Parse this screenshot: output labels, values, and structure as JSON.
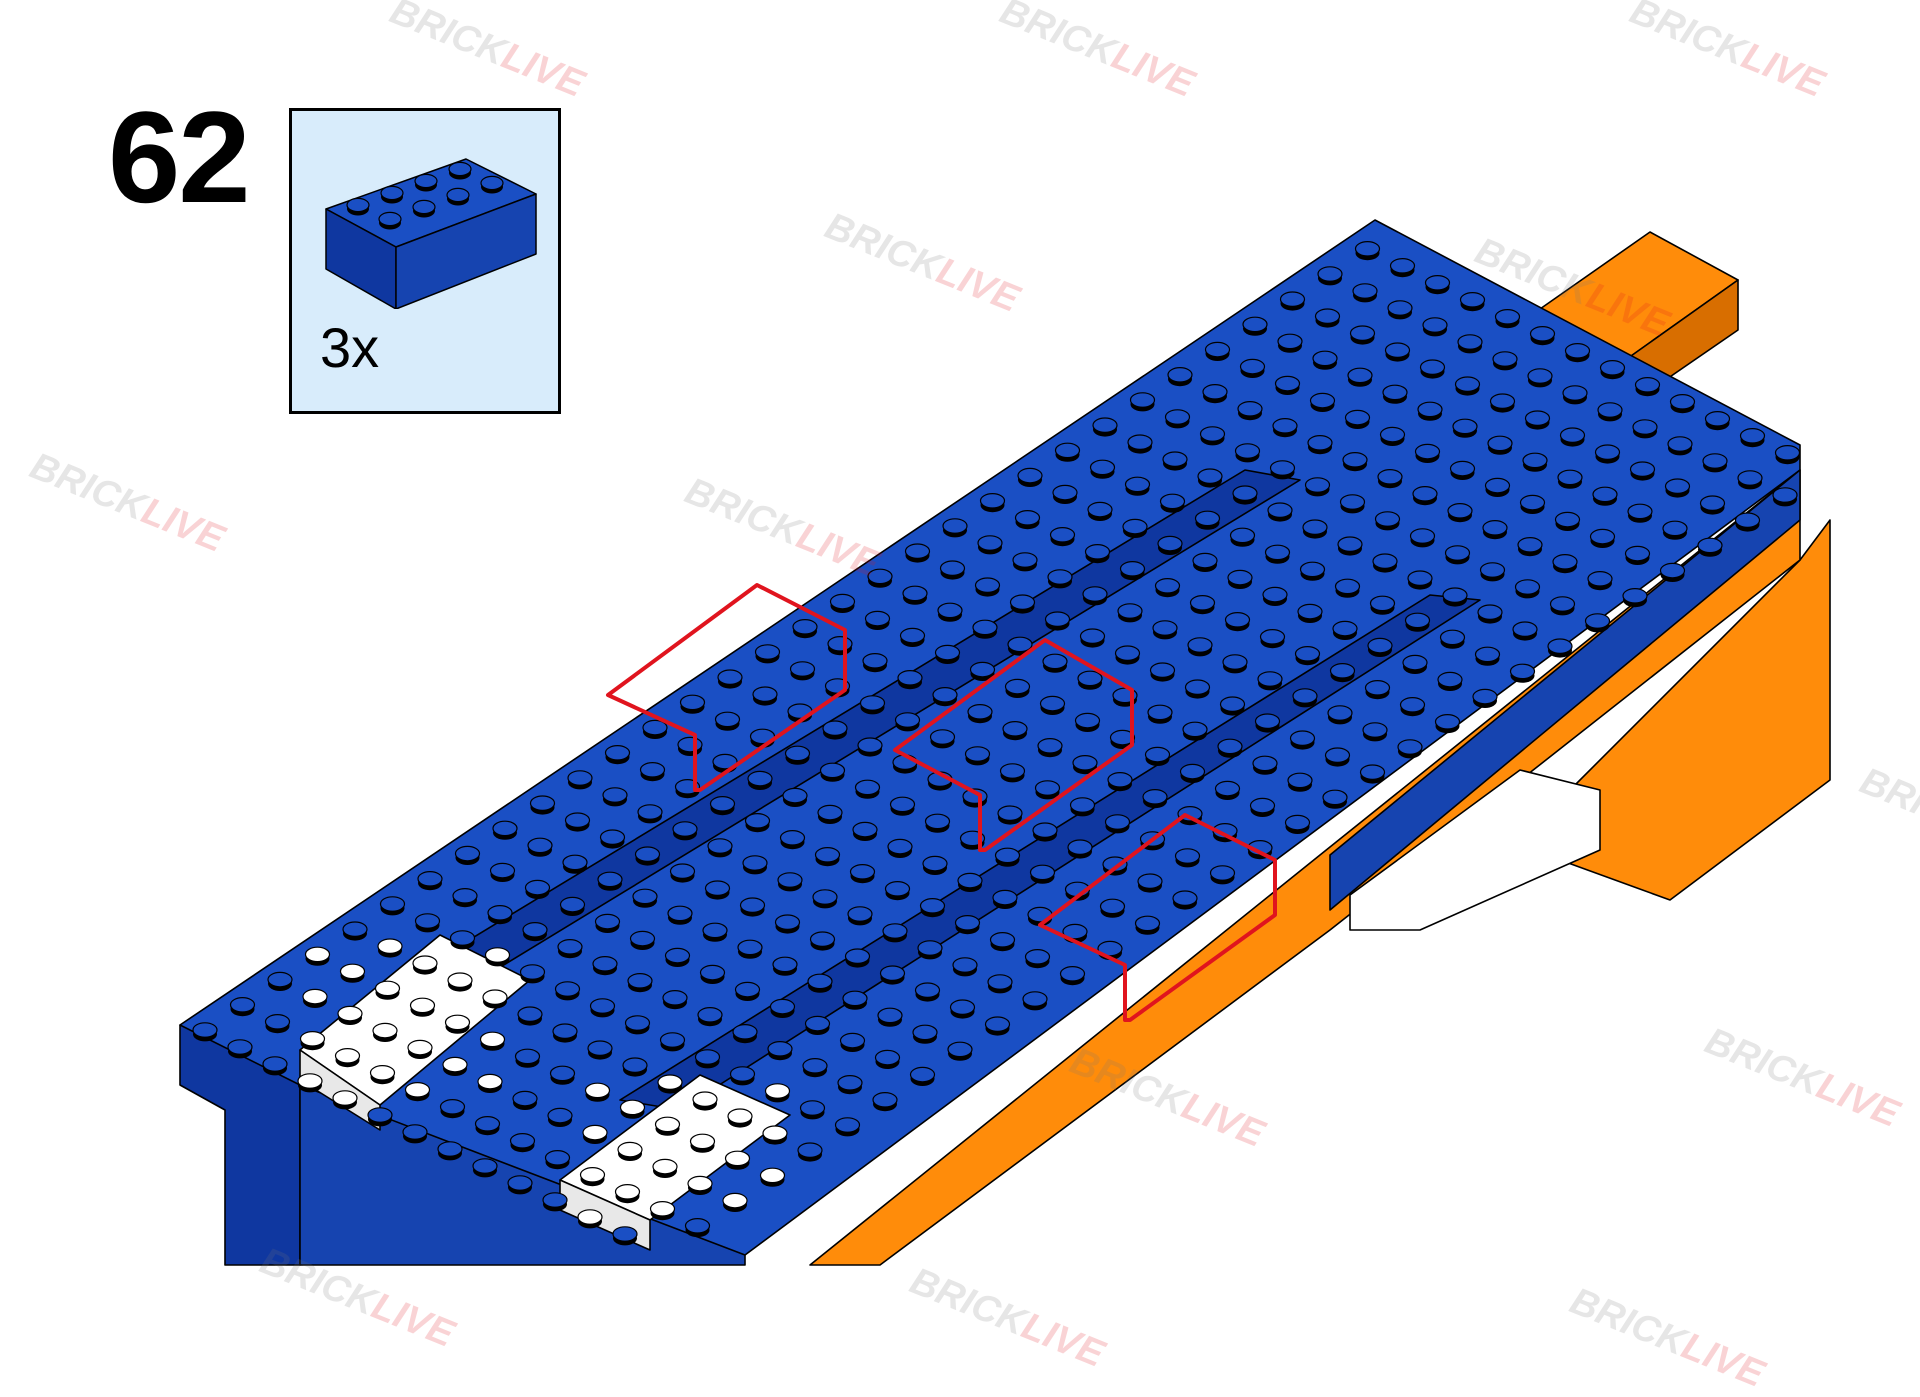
{
  "step": {
    "number": "62",
    "parts": [
      {
        "quantity": "3x",
        "piece": "brick-2x4",
        "color": "#1a4fc4"
      }
    ]
  },
  "colors": {
    "blue": "#1a4fc4",
    "blue_dark": "#0f37a0",
    "orange": "#ff8c0a",
    "orange_dark": "#d86e00",
    "white": "#ffffff",
    "highlight": "#e0141e",
    "parts_panel": "#d8ecfb"
  },
  "watermark": {
    "part_a": "BRICK",
    "part_b": "LIVE"
  }
}
